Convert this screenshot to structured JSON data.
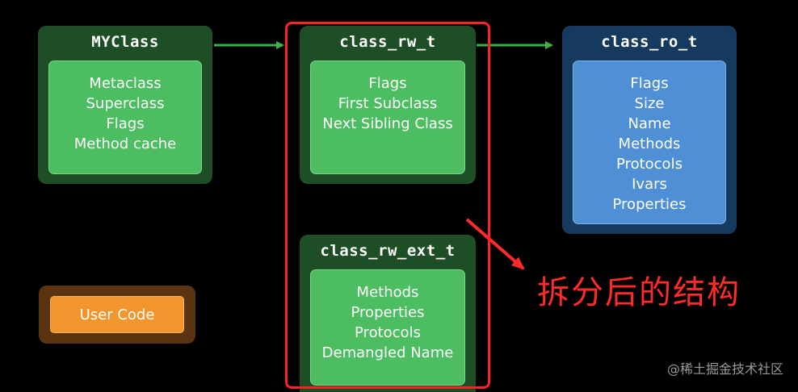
{
  "boxes": {
    "myclass": {
      "title": "MYClass",
      "fields": [
        "Metaclass",
        "Superclass",
        "Flags",
        "Method cache"
      ]
    },
    "class_rw_t": {
      "title": "class_rw_t",
      "fields": [
        "Flags",
        "First Subclass",
        "Next Sibling Class"
      ]
    },
    "class_ro_t": {
      "title": "class_ro_t",
      "fields": [
        "Flags",
        "Size",
        "Name",
        "Methods",
        "Protocols",
        "Ivars",
        "Properties"
      ]
    },
    "class_rw_ext_t": {
      "title": "class_rw_ext_t",
      "fields": [
        "Methods",
        "Properties",
        "Protocols",
        "Demangled Name"
      ]
    }
  },
  "legend": {
    "user_code": "User Code"
  },
  "annotation": "拆分后的结构",
  "watermark": "@稀土掘金技术社区",
  "colors": {
    "green_outer": "#1d4e25",
    "green_inner": "#4cbd60",
    "blue_outer": "#163a5e",
    "blue_inner": "#4e8fd6",
    "orange": "#f0962c",
    "annotation_red": "#ff2a2a",
    "arrow_green": "#3fae4f"
  }
}
